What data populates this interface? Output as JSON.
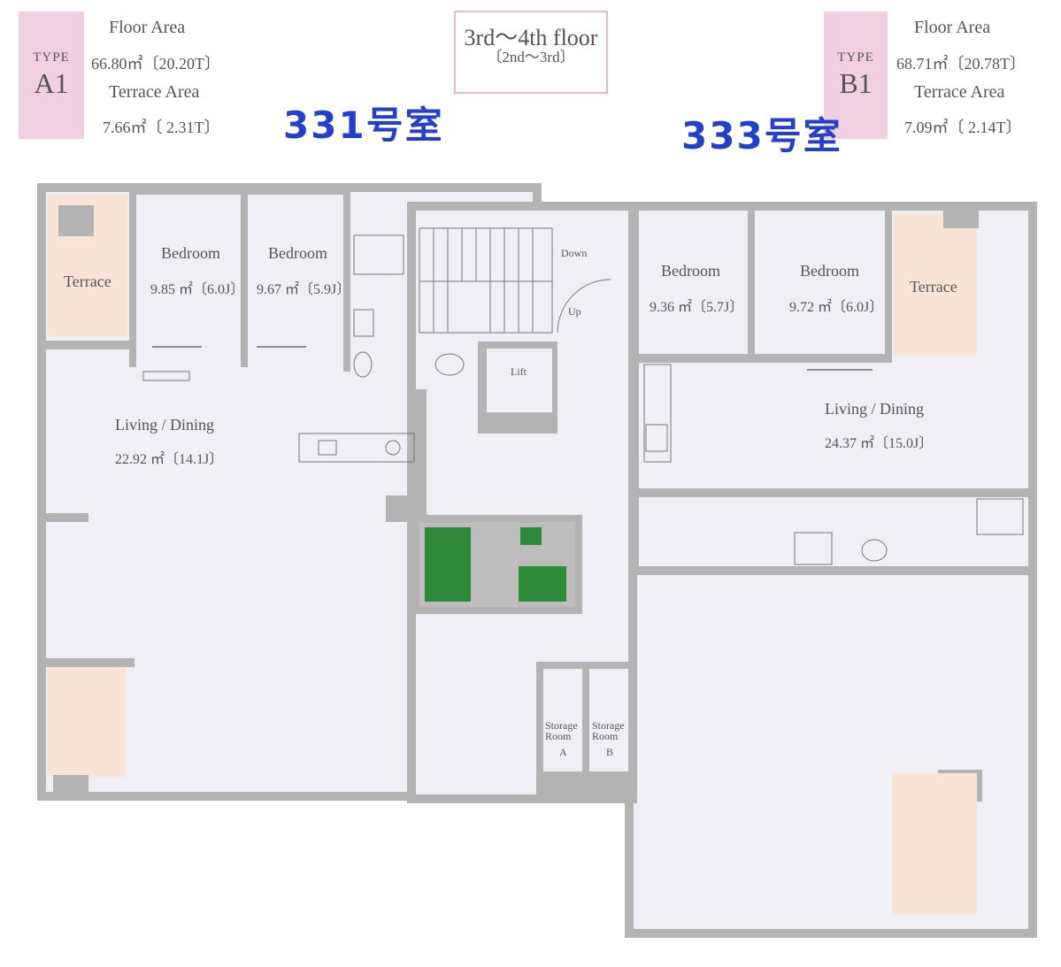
{
  "type_a": {
    "type_word": "TYPE",
    "type_code": "A1",
    "floor_area_label": "Floor Area",
    "floor_area_value": "66.80㎡〔20.20T〕",
    "terrace_area_label": "Terrace Area",
    "terrace_area_value": "7.66㎡〔 2.31T〕"
  },
  "type_b": {
    "type_word": "TYPE",
    "type_code": "B1",
    "floor_area_label": "Floor Area",
    "floor_area_value": "68.71㎡〔20.78T〕",
    "terrace_area_label": "Terrace Area",
    "terrace_area_value": "7.09㎡〔 2.14T〕"
  },
  "floor": {
    "main": "3rd～4th floor",
    "sub": "〔2nd～3rd〕"
  },
  "handwritten": {
    "left": "331号室",
    "right": "333号室"
  },
  "unit_a": {
    "terrace": "Terrace",
    "bedroom1": "Bedroom",
    "bedroom1_area": "9.85 ㎡〔6.0J〕",
    "bedroom2": "Bedroom",
    "bedroom2_area": "9.67 ㎡〔5.9J〕",
    "living": "Living / Dining",
    "living_area": "22.92 ㎡〔14.1J〕"
  },
  "unit_b": {
    "terrace": "Terrace",
    "bedroom1": "Bedroom",
    "bedroom1_area": "9.36 ㎡〔5.7J〕",
    "bedroom2": "Bedroom",
    "bedroom2_area": "9.72 ㎡〔6.0J〕",
    "living": "Living / Dining",
    "living_area": "24.37 ㎡〔15.0J〕"
  },
  "common": {
    "down": "Down",
    "up": "Up",
    "lift": "Lift",
    "storage_a_line1": "Storage",
    "storage_a_line2": "Room",
    "storage_a_letter": "A",
    "storage_b_line1": "Storage",
    "storage_b_line2": "Room",
    "storage_b_letter": "B"
  },
  "colors": {
    "type_box": "#f0cfe0",
    "wall": "#b3b3b3",
    "floor": "#f1eff6",
    "terrace": "#f8e4d6",
    "handwriting": "#2540c8"
  }
}
